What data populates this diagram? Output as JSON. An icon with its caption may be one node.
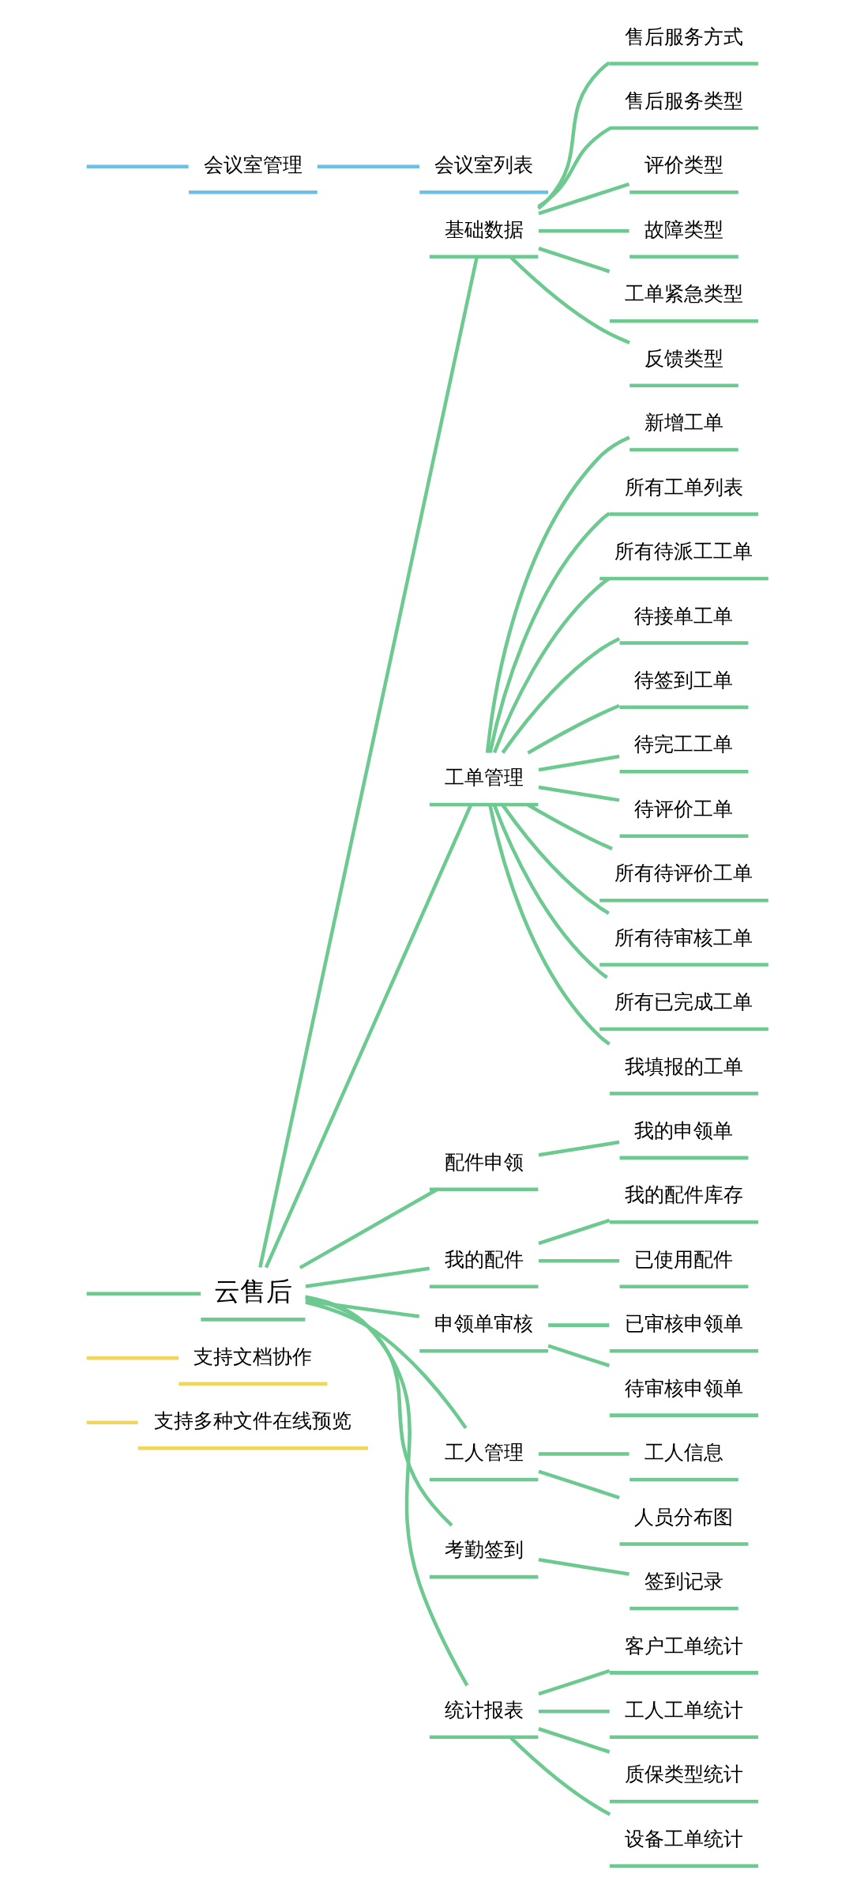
{
  "diagram": {
    "nodes": [
      {
        "text": [
          "支持多种文件在线预览"
        ]
      },
      {
        "text": [
          "支持文档协作"
        ]
      },
      {
        "text": [
          "云售后"
        ]
      },
      {
        "text": [
          "基础数据"
        ]
      },
      {
        "text": [
          "售后服务方式"
        ]
      },
      {
        "text": [
          "售后服务类型"
        ]
      },
      {
        "text": [
          "评价类型"
        ]
      },
      {
        "text": [
          "故障类型"
        ]
      },
      {
        "text": [
          "工单紧急类型"
        ]
      },
      {
        "text": [
          "反馈类型"
        ]
      },
      {
        "text": [
          "工单管理"
        ]
      },
      {
        "text": [
          "新增工单"
        ]
      },
      {
        "text": [
          "所有工单列表"
        ]
      },
      {
        "text": [
          "所有待派工工单"
        ]
      },
      {
        "text": [
          "待接单工单"
        ]
      },
      {
        "text": [
          "待签到工单"
        ]
      },
      {
        "text": [
          "待完工工单"
        ]
      },
      {
        "text": [
          "待评价工单"
        ]
      },
      {
        "text": [
          "所有待评价工单"
        ]
      },
      {
        "text": [
          "所有待审核工单"
        ]
      },
      {
        "text": [
          "所有已完成工单"
        ]
      },
      {
        "text": [
          "我填报的工单"
        ]
      },
      {
        "text": [
          "配件申领"
        ]
      },
      {
        "text": [
          "我的申领单"
        ]
      },
      {
        "text": [
          "我的配件"
        ]
      },
      {
        "text": [
          "我的配件库存"
        ]
      },
      {
        "text": [
          "已使用配件"
        ]
      },
      {
        "text": [
          "申领单审核"
        ]
      },
      {
        "text": [
          "已审核申领单"
        ]
      },
      {
        "text": [
          "待审核申领单"
        ]
      },
      {
        "text": [
          "工人管理"
        ]
      },
      {
        "text": [
          "工人信息"
        ]
      },
      {
        "text": [
          "人员分布图"
        ]
      },
      {
        "text": [
          "考勤签到"
        ]
      },
      {
        "text": [
          "签到记录"
        ]
      },
      {
        "text": [
          "统计报表"
        ]
      },
      {
        "text": [
          "客户工单统计"
        ]
      },
      {
        "text": [
          "工人工单统计"
        ]
      },
      {
        "text": [
          "质保类型统计"
        ]
      },
      {
        "text": [
          "设备工单统计"
        ]
      },
      {
        "text": [
          "会议室管理"
        ]
      },
      {
        "text": [
          "会议室列表"
        ]
      }
    ],
    "edges": [
      {
        "from": null,
        "to": 0,
        "arrow": "none",
        "color": "#f2d65b"
      },
      {
        "from": null,
        "to": 1,
        "arrow": "none",
        "color": "#f2d65b"
      },
      {
        "from": null,
        "to": 2,
        "arrow": "none"
      },
      {
        "from": 2,
        "to": 3,
        "arrow": "none"
      },
      {
        "from": 3,
        "to": 4,
        "arrow": "none"
      },
      {
        "from": 3,
        "to": 5,
        "arrow": "none"
      },
      {
        "from": 3,
        "to": 6,
        "arrow": "none"
      },
      {
        "from": 3,
        "to": 7,
        "arrow": "none"
      },
      {
        "from": 3,
        "to": 8,
        "arrow": "none"
      },
      {
        "from": 3,
        "to": 9,
        "arrow": "none"
      },
      {
        "from": 2,
        "to": 10,
        "arrow": "none"
      },
      {
        "from": 10,
        "to": 11,
        "arrow": "none"
      },
      {
        "from": 10,
        "to": 12,
        "arrow": "none"
      },
      {
        "from": 10,
        "to": 13,
        "arrow": "none"
      },
      {
        "from": 10,
        "to": 14,
        "arrow": "none"
      },
      {
        "from": 10,
        "to": 15,
        "arrow": "none"
      },
      {
        "from": 10,
        "to": 16,
        "arrow": "none"
      },
      {
        "from": 10,
        "to": 17,
        "arrow": "none"
      },
      {
        "from": 10,
        "to": 18,
        "arrow": "none"
      },
      {
        "from": 10,
        "to": 19,
        "arrow": "none"
      },
      {
        "from": 10,
        "to": 20,
        "arrow": "none"
      },
      {
        "from": 10,
        "to": 21,
        "arrow": "none"
      },
      {
        "from": 2,
        "to": 22,
        "arrow": "none"
      },
      {
        "from": 22,
        "to": 23,
        "arrow": "none"
      },
      {
        "from": 2,
        "to": 24,
        "arrow": "none"
      },
      {
        "from": 24,
        "to": 25,
        "arrow": "none"
      },
      {
        "from": 24,
        "to": 26,
        "arrow": "none"
      },
      {
        "from": 2,
        "to": 27,
        "arrow": "none"
      },
      {
        "from": 27,
        "to": 28,
        "arrow": "none"
      },
      {
        "from": 27,
        "to": 29,
        "arrow": "none"
      },
      {
        "from": 2,
        "to": 30,
        "arrow": "none"
      },
      {
        "from": 30,
        "to": 31,
        "arrow": "none"
      },
      {
        "from": 30,
        "to": 32,
        "arrow": "none"
      },
      {
        "from": 2,
        "to": 33,
        "arrow": "none"
      },
      {
        "from": 33,
        "to": 34,
        "arrow": "none"
      },
      {
        "from": 2,
        "to": 35,
        "arrow": "none"
      },
      {
        "from": 35,
        "to": 36,
        "arrow": "none"
      },
      {
        "from": 35,
        "to": 37,
        "arrow": "none"
      },
      {
        "from": 35,
        "to": 38,
        "arrow": "none"
      },
      {
        "from": 35,
        "to": 39,
        "arrow": "none"
      },
      {
        "from": null,
        "to": 40,
        "arrow": "none",
        "color": "#6bbfe8"
      },
      {
        "from": 40,
        "to": 41,
        "arrow": "none",
        "color": "#6bbfe8"
      }
    ]
  }
}
